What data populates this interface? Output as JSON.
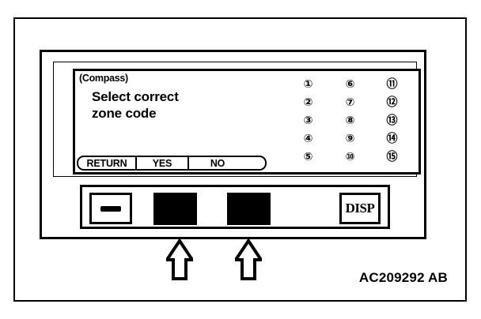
{
  "figure": {
    "caption": "AC209292 AB"
  },
  "display_unit": {
    "lcd": {
      "mode_label": "(Compass)",
      "message_lines": [
        "Select correct",
        "zone code"
      ],
      "zone_codes": [
        "①",
        "⑥",
        "⑪",
        "②",
        "⑦",
        "⑫",
        "③",
        "⑧",
        "⑬",
        "④",
        "⑨",
        "⑭",
        "⑤",
        "⑩",
        "⑮"
      ],
      "zone_code_numbers": [
        1,
        6,
        11,
        2,
        7,
        12,
        3,
        8,
        13,
        4,
        9,
        14,
        5,
        10,
        15
      ],
      "softkeys": [
        {
          "id": "return",
          "label": "RETURN"
        },
        {
          "id": "yes",
          "label": "YES"
        },
        {
          "id": "no",
          "label": "NO"
        }
      ]
    },
    "control_panel": {
      "buttons": [
        {
          "id": "dash",
          "label": "",
          "icon": "dash-icon",
          "style": "outlined"
        },
        {
          "id": "blank-left",
          "label": "",
          "icon": "blank-button-icon",
          "style": "filled"
        },
        {
          "id": "blank-right",
          "label": "",
          "icon": "blank-button-icon",
          "style": "filled"
        },
        {
          "id": "disp",
          "label": "DISP",
          "icon": "",
          "style": "outlined"
        }
      ]
    },
    "callouts": [
      {
        "id": "arrow-left",
        "icon": "up-arrow-icon",
        "points_to": "blank-left"
      },
      {
        "id": "arrow-right",
        "icon": "up-arrow-icon",
        "points_to": "blank-right"
      }
    ]
  },
  "colors": {
    "ink": "#000000",
    "paper": "#ffffff"
  }
}
